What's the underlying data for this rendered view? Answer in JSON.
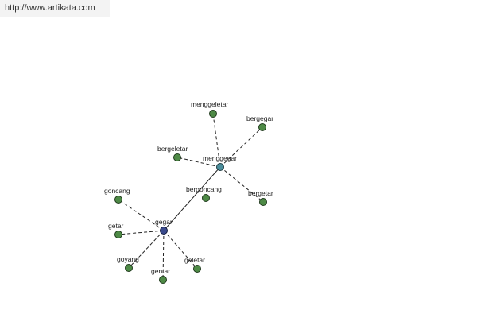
{
  "header": {
    "url_text": "http://www.artikata.com"
  },
  "colors": {
    "leaf": "#4e8a46",
    "hub": "#4a8e9c",
    "root": "#3a4a8c",
    "edge": "#222222"
  },
  "graph": {
    "nodes": [
      {
        "id": "gegar",
        "label": "gegar",
        "role": "root"
      },
      {
        "id": "menggegar",
        "label": "menggegar",
        "role": "hub"
      },
      {
        "id": "menggeletar",
        "label": "menggeletar",
        "role": "leaf"
      },
      {
        "id": "bergegar",
        "label": "bergegar",
        "role": "leaf"
      },
      {
        "id": "bergeletar",
        "label": "bergeletar",
        "role": "leaf"
      },
      {
        "id": "bergetar",
        "label": "bergetar",
        "role": "leaf"
      },
      {
        "id": "bergoncang",
        "label": "bergoncang",
        "role": "leaf"
      },
      {
        "id": "goncang",
        "label": "goncang",
        "role": "leaf"
      },
      {
        "id": "getar",
        "label": "getar",
        "role": "leaf"
      },
      {
        "id": "goyang",
        "label": "goyang",
        "role": "leaf"
      },
      {
        "id": "gentar",
        "label": "gentar",
        "role": "leaf"
      },
      {
        "id": "geletar",
        "label": "geletar",
        "role": "leaf"
      }
    ],
    "edges": [
      {
        "from": "gegar",
        "to": "menggegar",
        "style": "solid"
      },
      {
        "from": "menggegar",
        "to": "menggeletar",
        "style": "dashed"
      },
      {
        "from": "menggegar",
        "to": "bergegar",
        "style": "dashed"
      },
      {
        "from": "menggegar",
        "to": "bergeletar",
        "style": "dashed"
      },
      {
        "from": "menggegar",
        "to": "bergetar",
        "style": "dashed"
      },
      {
        "from": "gegar",
        "to": "goncang",
        "style": "dashed"
      },
      {
        "from": "gegar",
        "to": "getar",
        "style": "dashed"
      },
      {
        "from": "gegar",
        "to": "goyang",
        "style": "dashed"
      },
      {
        "from": "gegar",
        "to": "gentar",
        "style": "dashed"
      },
      {
        "from": "gegar",
        "to": "geletar",
        "style": "dashed"
      }
    ]
  }
}
